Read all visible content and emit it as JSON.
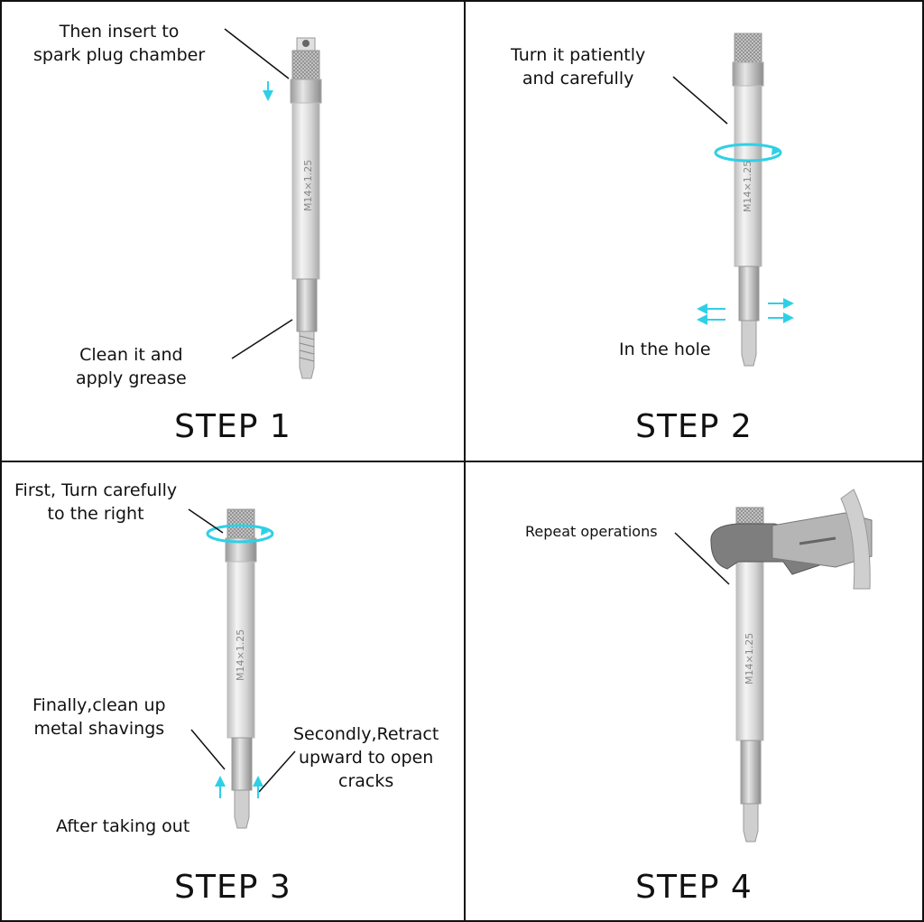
{
  "steps": [
    {
      "title": "STEP 1",
      "labels": [
        "Then insert to\nspark plug chamber",
        "Clean it and\napply grease"
      ],
      "tool_marking": "M14×1.25"
    },
    {
      "title": "STEP 2",
      "labels": [
        "Turn it patiently\nand carefully",
        "In the hole"
      ],
      "tool_marking": "M14×1.25"
    },
    {
      "title": "STEP 3",
      "labels": [
        "First, Turn carefully\nto the right",
        "Finally,clean up\nmetal shavings",
        "Secondly,Retract\nupward to open\ncracks",
        "After taking out"
      ],
      "tool_marking": "M14×1.25"
    },
    {
      "title": "STEP 4",
      "labels": [
        "Repeat operations"
      ],
      "tool_marking": "M14×1.25"
    }
  ],
  "colors": {
    "arrow": "#2fd0e6",
    "border": "#111111",
    "tool_body": "#d9d9d9"
  }
}
